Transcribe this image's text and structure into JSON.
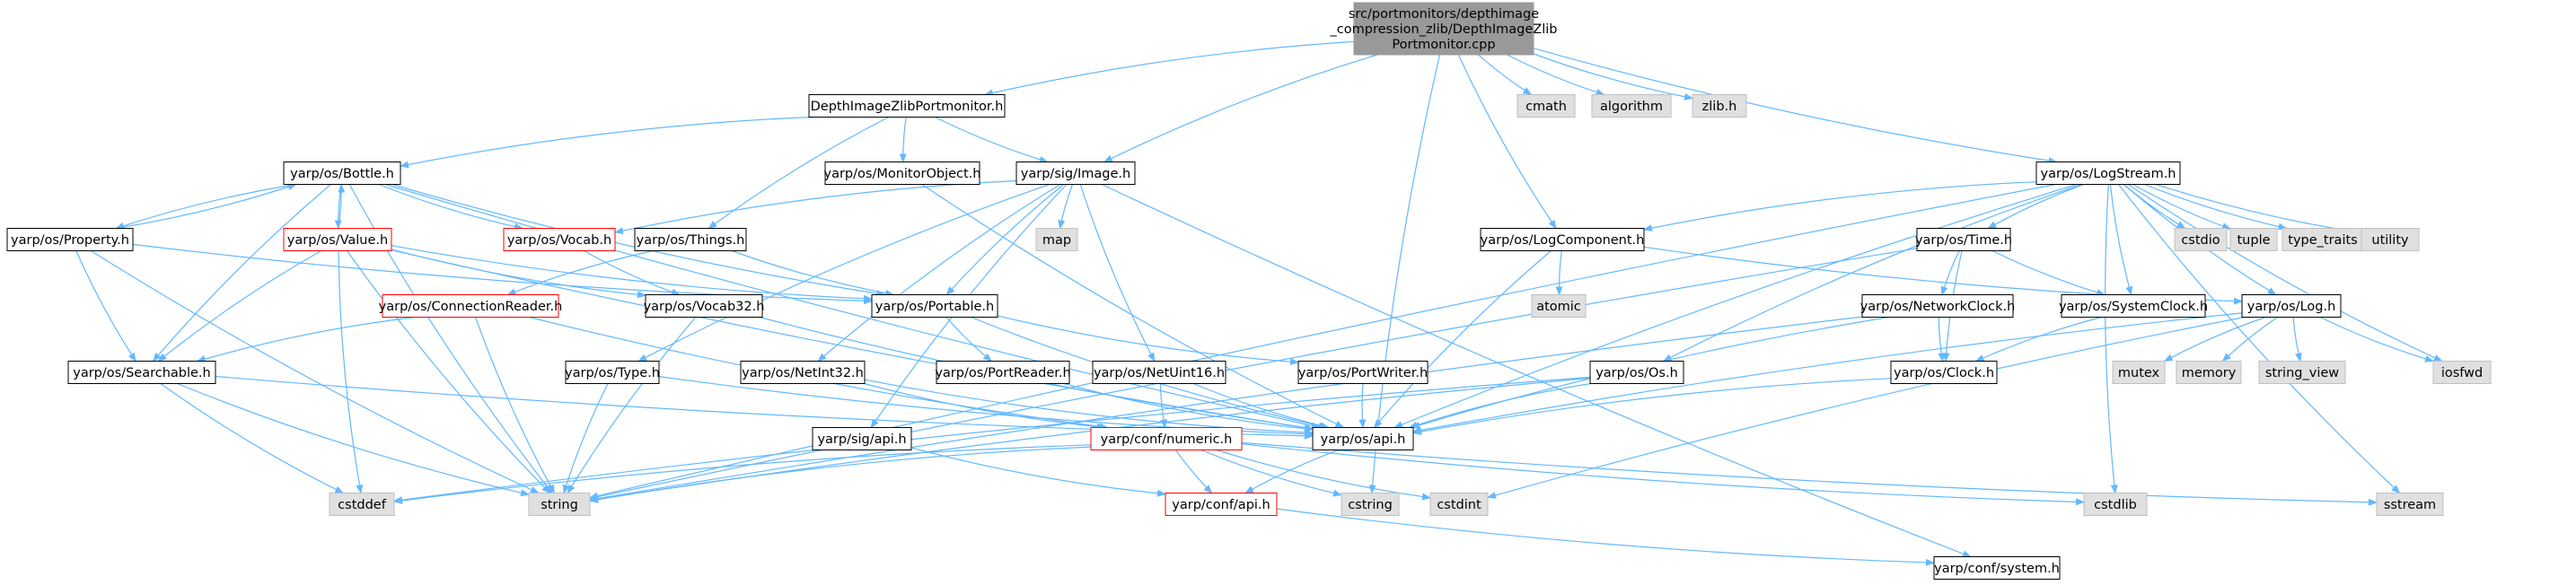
{
  "graph": {
    "colors": {
      "edge": "#63b8ff",
      "border_normal": "#000000",
      "border_missing": "#ff0000",
      "border_system": "#bfbfbf",
      "fill_root": "#999999",
      "fill_system": "#e0e0e0",
      "fill_normal": "#ffffff"
    },
    "nodes": [
      {
        "id": "root",
        "kind": "root",
        "lines": [
          "src/portmonitors/depthimage",
          "_compression_zlib/DepthImageZlib",
          "Portmonitor.cpp"
        ]
      },
      {
        "id": "dizpm",
        "kind": "normal",
        "lines": [
          "DepthImageZlibPortmonitor.h"
        ]
      },
      {
        "id": "cmath",
        "kind": "system",
        "lines": [
          "cmath"
        ]
      },
      {
        "id": "algorithm",
        "kind": "system",
        "lines": [
          "algorithm"
        ]
      },
      {
        "id": "zlib",
        "kind": "system",
        "lines": [
          "zlib.h"
        ]
      },
      {
        "id": "bottle",
        "kind": "normal",
        "lines": [
          "yarp/os/Bottle.h"
        ]
      },
      {
        "id": "monitorobject",
        "kind": "normal",
        "lines": [
          "yarp/os/MonitorObject.h"
        ]
      },
      {
        "id": "image",
        "kind": "normal",
        "lines": [
          "yarp/sig/Image.h"
        ]
      },
      {
        "id": "logstream",
        "kind": "normal",
        "lines": [
          "yarp/os/LogStream.h"
        ]
      },
      {
        "id": "property",
        "kind": "normal",
        "lines": [
          "yarp/os/Property.h"
        ]
      },
      {
        "id": "value",
        "kind": "missing",
        "lines": [
          "yarp/os/Value.h"
        ]
      },
      {
        "id": "vocab",
        "kind": "missing",
        "lines": [
          "yarp/os/Vocab.h"
        ]
      },
      {
        "id": "things",
        "kind": "normal",
        "lines": [
          "yarp/os/Things.h"
        ]
      },
      {
        "id": "map",
        "kind": "system",
        "lines": [
          "map"
        ]
      },
      {
        "id": "logcomponent",
        "kind": "normal",
        "lines": [
          "yarp/os/LogComponent.h"
        ]
      },
      {
        "id": "time",
        "kind": "normal",
        "lines": [
          "yarp/os/Time.h"
        ]
      },
      {
        "id": "cstdio",
        "kind": "system",
        "lines": [
          "cstdio"
        ]
      },
      {
        "id": "tuple",
        "kind": "system",
        "lines": [
          "tuple"
        ]
      },
      {
        "id": "typetraits",
        "kind": "system",
        "lines": [
          "type_traits"
        ]
      },
      {
        "id": "utility",
        "kind": "system",
        "lines": [
          "utility"
        ]
      },
      {
        "id": "connectionreader",
        "kind": "missing",
        "lines": [
          "yarp/os/ConnectionReader.h"
        ]
      },
      {
        "id": "vocab32",
        "kind": "normal",
        "lines": [
          "yarp/os/Vocab32.h"
        ]
      },
      {
        "id": "portable",
        "kind": "normal",
        "lines": [
          "yarp/os/Portable.h"
        ]
      },
      {
        "id": "atomic",
        "kind": "system",
        "lines": [
          "atomic"
        ]
      },
      {
        "id": "networkclock",
        "kind": "normal",
        "lines": [
          "yarp/os/NetworkClock.h"
        ]
      },
      {
        "id": "systemclock",
        "kind": "normal",
        "lines": [
          "yarp/os/SystemClock.h"
        ]
      },
      {
        "id": "log",
        "kind": "normal",
        "lines": [
          "yarp/os/Log.h"
        ]
      },
      {
        "id": "searchable",
        "kind": "normal",
        "lines": [
          "yarp/os/Searchable.h"
        ]
      },
      {
        "id": "type",
        "kind": "normal",
        "lines": [
          "yarp/os/Type.h"
        ]
      },
      {
        "id": "netint32",
        "kind": "normal",
        "lines": [
          "yarp/os/NetInt32.h"
        ]
      },
      {
        "id": "portreader",
        "kind": "normal",
        "lines": [
          "yarp/os/PortReader.h"
        ]
      },
      {
        "id": "netuint16",
        "kind": "normal",
        "lines": [
          "yarp/os/NetUint16.h"
        ]
      },
      {
        "id": "portwriter",
        "kind": "normal",
        "lines": [
          "yarp/os/PortWriter.h"
        ]
      },
      {
        "id": "os",
        "kind": "normal",
        "lines": [
          "yarp/os/Os.h"
        ]
      },
      {
        "id": "clock",
        "kind": "normal",
        "lines": [
          "yarp/os/Clock.h"
        ]
      },
      {
        "id": "mutex",
        "kind": "system",
        "lines": [
          "mutex"
        ]
      },
      {
        "id": "memory",
        "kind": "system",
        "lines": [
          "memory"
        ]
      },
      {
        "id": "stringview",
        "kind": "system",
        "lines": [
          "string_view"
        ]
      },
      {
        "id": "iosfwd",
        "kind": "system",
        "lines": [
          "iosfwd"
        ]
      },
      {
        "id": "sigapi",
        "kind": "normal",
        "lines": [
          "yarp/sig/api.h"
        ]
      },
      {
        "id": "numeric",
        "kind": "missing",
        "lines": [
          "yarp/conf/numeric.h"
        ]
      },
      {
        "id": "osapi",
        "kind": "normal",
        "lines": [
          "yarp/os/api.h"
        ]
      },
      {
        "id": "cstddef",
        "kind": "system",
        "lines": [
          "cstddef"
        ]
      },
      {
        "id": "string",
        "kind": "system",
        "lines": [
          "string"
        ]
      },
      {
        "id": "cstring",
        "kind": "system",
        "lines": [
          "cstring"
        ]
      },
      {
        "id": "cstdint",
        "kind": "system",
        "lines": [
          "cstdint"
        ]
      },
      {
        "id": "cstdlib",
        "kind": "system",
        "lines": [
          "cstdlib"
        ]
      },
      {
        "id": "sstream",
        "kind": "system",
        "lines": [
          "sstream"
        ]
      },
      {
        "id": "confapi",
        "kind": "missing",
        "lines": [
          "yarp/conf/api.h"
        ]
      },
      {
        "id": "system",
        "kind": "normal",
        "lines": [
          "yarp/conf/system.h"
        ]
      }
    ],
    "edges": [
      [
        "root",
        "dizpm"
      ],
      [
        "root",
        "cmath"
      ],
      [
        "root",
        "algorithm"
      ],
      [
        "root",
        "zlib"
      ],
      [
        "root",
        "image"
      ],
      [
        "root",
        "logstream"
      ],
      [
        "root",
        "logcomponent"
      ],
      [
        "root",
        "cstring"
      ],
      [
        "dizpm",
        "bottle"
      ],
      [
        "dizpm",
        "monitorobject"
      ],
      [
        "dizpm",
        "image"
      ],
      [
        "dizpm",
        "things"
      ],
      [
        "bottle",
        "property"
      ],
      [
        "bottle",
        "value"
      ],
      [
        "bottle",
        "vocab"
      ],
      [
        "bottle",
        "portable"
      ],
      [
        "bottle",
        "searchable"
      ],
      [
        "bottle",
        "string"
      ],
      [
        "bottle",
        "osapi"
      ],
      [
        "property",
        "bottle"
      ],
      [
        "property",
        "searchable"
      ],
      [
        "property",
        "string"
      ],
      [
        "property",
        "portable"
      ],
      [
        "value",
        "bottle"
      ],
      [
        "value",
        "searchable"
      ],
      [
        "value",
        "vocab32"
      ],
      [
        "value",
        "portable"
      ],
      [
        "value",
        "string"
      ],
      [
        "value",
        "cstddef"
      ],
      [
        "value",
        "osapi"
      ],
      [
        "vocab",
        "vocab32"
      ],
      [
        "vocab32",
        "osapi"
      ],
      [
        "vocab32",
        "string"
      ],
      [
        "connectionreader",
        "searchable"
      ],
      [
        "connectionreader",
        "string"
      ],
      [
        "connectionreader",
        "numeric"
      ],
      [
        "searchable",
        "osapi"
      ],
      [
        "searchable",
        "string"
      ],
      [
        "searchable",
        "cstddef"
      ],
      [
        "things",
        "connectionreader"
      ],
      [
        "things",
        "portable"
      ],
      [
        "monitorobject",
        "osapi"
      ],
      [
        "image",
        "vocab"
      ],
      [
        "image",
        "map"
      ],
      [
        "image",
        "portable"
      ],
      [
        "image",
        "type"
      ],
      [
        "image",
        "netint32"
      ],
      [
        "image",
        "netuint16"
      ],
      [
        "image",
        "sigapi"
      ],
      [
        "image",
        "system"
      ],
      [
        "portable",
        "portreader"
      ],
      [
        "portable",
        "portwriter"
      ],
      [
        "portable",
        "osapi"
      ],
      [
        "portreader",
        "osapi"
      ],
      [
        "portwriter",
        "osapi"
      ],
      [
        "type",
        "string"
      ],
      [
        "type",
        "osapi"
      ],
      [
        "netint32",
        "numeric"
      ],
      [
        "netint32",
        "osapi"
      ],
      [
        "netuint16",
        "numeric"
      ],
      [
        "netuint16",
        "osapi"
      ],
      [
        "sigapi",
        "confapi"
      ],
      [
        "logstream",
        "cstdio"
      ],
      [
        "logstream",
        "tuple"
      ],
      [
        "logstream",
        "typetraits"
      ],
      [
        "logstream",
        "utility"
      ],
      [
        "logstream",
        "logcomponent"
      ],
      [
        "logstream",
        "time"
      ],
      [
        "logstream",
        "systemclock"
      ],
      [
        "logstream",
        "log"
      ],
      [
        "logstream",
        "os"
      ],
      [
        "logstream",
        "osapi"
      ],
      [
        "logstream",
        "string"
      ],
      [
        "logstream",
        "sstream"
      ],
      [
        "logstream",
        "cstdlib"
      ],
      [
        "logstream",
        "iosfwd"
      ],
      [
        "logcomponent",
        "atomic"
      ],
      [
        "logcomponent",
        "log"
      ],
      [
        "logcomponent",
        "osapi"
      ],
      [
        "time",
        "networkclock"
      ],
      [
        "time",
        "systemclock"
      ],
      [
        "time",
        "clock"
      ],
      [
        "time",
        "string"
      ],
      [
        "networkclock",
        "clock"
      ],
      [
        "networkclock",
        "osapi"
      ],
      [
        "networkclock",
        "string"
      ],
      [
        "systemclock",
        "clock"
      ],
      [
        "clock",
        "osapi"
      ],
      [
        "log",
        "mutex"
      ],
      [
        "log",
        "memory"
      ],
      [
        "log",
        "stringview"
      ],
      [
        "log",
        "iosfwd"
      ],
      [
        "log",
        "osapi"
      ],
      [
        "log",
        "cstdint"
      ],
      [
        "os",
        "osapi"
      ],
      [
        "os",
        "string"
      ],
      [
        "os",
        "cstddef"
      ],
      [
        "osapi",
        "confapi"
      ],
      [
        "numeric",
        "confapi"
      ],
      [
        "numeric",
        "cstring"
      ],
      [
        "numeric",
        "cstdint"
      ],
      [
        "numeric",
        "string"
      ],
      [
        "numeric",
        "cstddef"
      ],
      [
        "numeric",
        "cstdlib"
      ],
      [
        "numeric",
        "sstream"
      ],
      [
        "confapi",
        "system"
      ]
    ]
  }
}
